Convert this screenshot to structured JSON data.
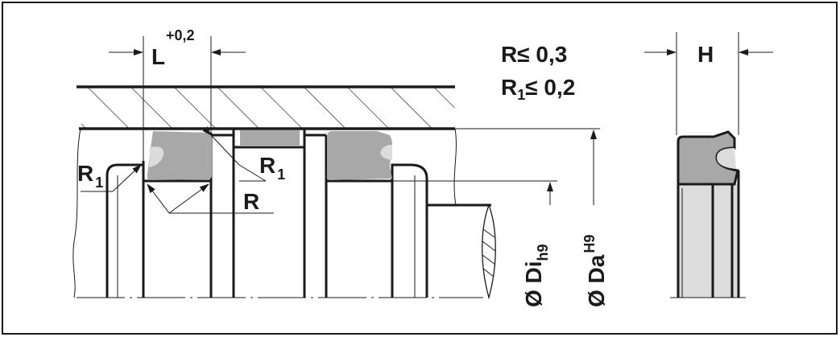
{
  "labels": {
    "L": "L",
    "L_tol": "+0,2",
    "R_limit": "R≤ 0,3",
    "R1_limit_base": "R",
    "R1_limit_sub": "1",
    "R1_limit_rest": "≤ 0,2",
    "H": "H",
    "R1_left_base": "R",
    "R1_left_sub": "1",
    "R1_right_base": "R",
    "R1_right_sub": "1",
    "R": "R",
    "Di_base": "Ø Di",
    "Di_sub": "h9",
    "Da_base": "Ø Da",
    "Da_sup": "H9"
  },
  "colors": {
    "line": "#1a1a1a",
    "seal": "#a8a8a8",
    "seal_light": "#dcdcdc"
  }
}
